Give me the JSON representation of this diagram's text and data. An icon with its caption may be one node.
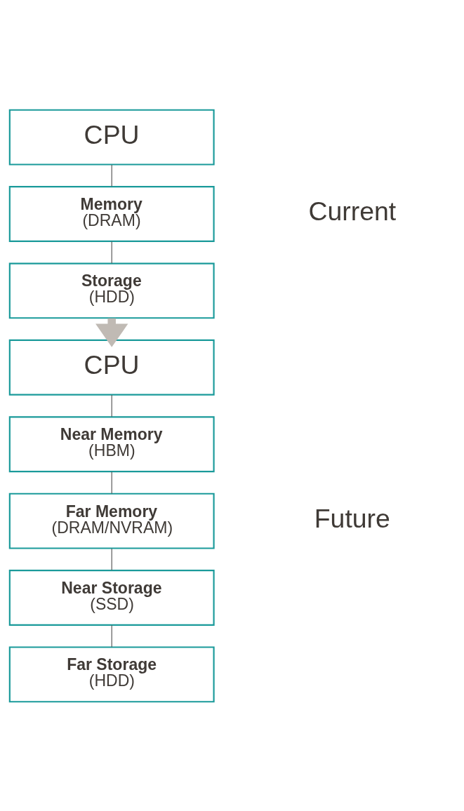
{
  "diagram": {
    "nodes": [
      {
        "text": [
          "CPU"
        ]
      },
      {
        "text": [
          "Memory",
          "(DRAM)"
        ]
      },
      {
        "text": [
          "Storage",
          "(HDD)"
        ]
      },
      {
        "text": [
          "CPU"
        ]
      },
      {
        "text": [
          "Near Memory",
          "(HBM)"
        ]
      },
      {
        "text": [
          "Far Memory",
          "(DRAM/NVRAM)"
        ]
      },
      {
        "text": [
          "Near Storage",
          "(SSD)"
        ]
      },
      {
        "text": [
          "Far Storage",
          "(HDD)"
        ]
      }
    ],
    "edges": [
      {
        "from": 0,
        "to": 1,
        "arrow": "none"
      },
      {
        "from": 1,
        "to": 2,
        "arrow": "none"
      },
      {
        "from": 2,
        "to": 3,
        "arrow": "to",
        "style": "thick",
        "color": "#c0bab4"
      },
      {
        "from": 3,
        "to": 4,
        "arrow": "none"
      },
      {
        "from": 4,
        "to": 5,
        "arrow": "none"
      },
      {
        "from": 5,
        "to": 6,
        "arrow": "none"
      },
      {
        "from": 6,
        "to": 7,
        "arrow": "none"
      }
    ],
    "labels": [
      "Current",
      "Future"
    ]
  }
}
